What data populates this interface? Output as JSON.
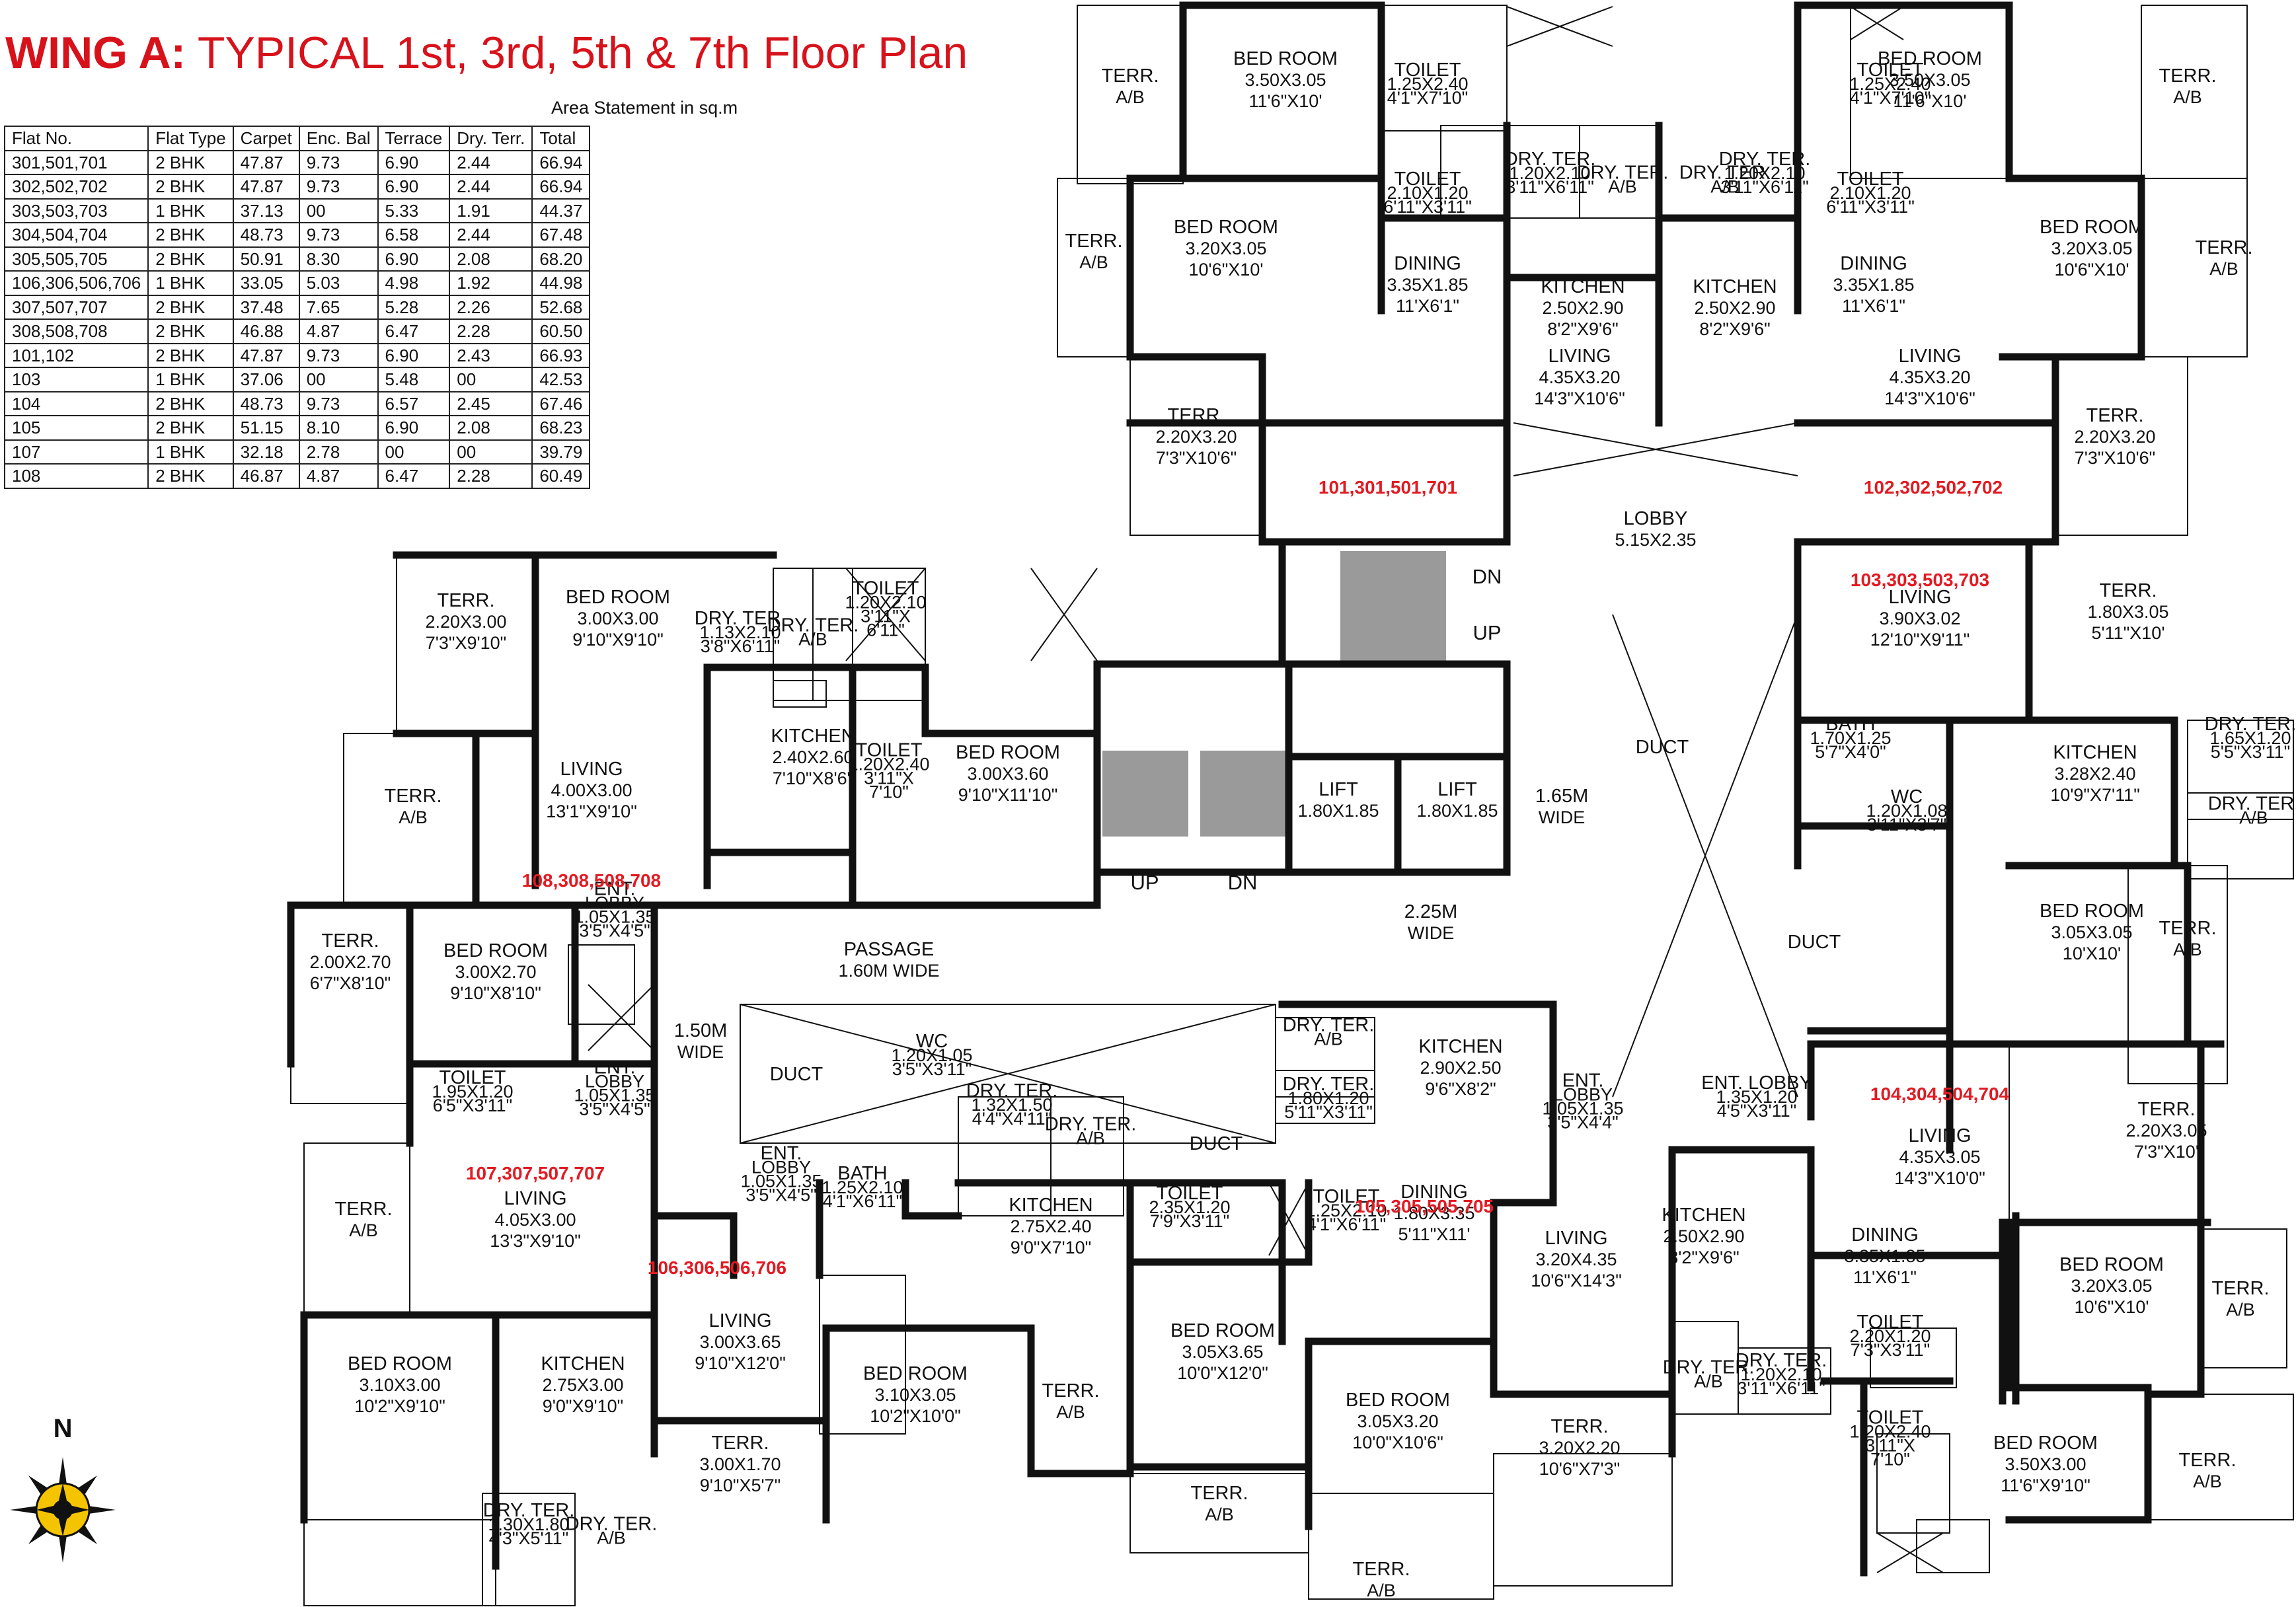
{
  "title": {
    "wing": "WING A:",
    "rest": " TYPICAL 1st, 3rd, 5th & 7th Floor Plan"
  },
  "area_statement": {
    "caption": "Area Statement in sq.m",
    "columns": [
      "Flat No.",
      "Flat Type",
      "Carpet",
      "Enc. Bal",
      "Terrace",
      "Dry. Terr.",
      "Total"
    ],
    "rows": [
      [
        "301,501,701",
        "2 BHK",
        "47.87",
        "9.73",
        "6.90",
        "2.44",
        "66.94"
      ],
      [
        "302,502,702",
        "2 BHK",
        "47.87",
        "9.73",
        "6.90",
        "2.44",
        "66.94"
      ],
      [
        "303,503,703",
        "1 BHK",
        "37.13",
        "00",
        "5.33",
        "1.91",
        "44.37"
      ],
      [
        "304,504,704",
        "2 BHK",
        "48.73",
        "9.73",
        "6.58",
        "2.44",
        "67.48"
      ],
      [
        "305,505,705",
        "2 BHK",
        "50.91",
        "8.30",
        "6.90",
        "2.08",
        "68.20"
      ],
      [
        "106,306,506,706",
        "1 BHK",
        "33.05",
        "5.03",
        "4.98",
        "1.92",
        "44.98"
      ],
      [
        "307,507,707",
        "2 BHK",
        "37.48",
        "7.65",
        "5.28",
        "2.26",
        "52.68"
      ],
      [
        "308,508,708",
        "2 BHK",
        "46.88",
        "4.87",
        "6.47",
        "2.28",
        "60.50"
      ],
      [
        "101,102",
        "2 BHK",
        "47.87",
        "9.73",
        "6.90",
        "2.43",
        "66.93"
      ],
      [
        "103",
        "1 BHK",
        "37.06",
        "00",
        "5.48",
        "00",
        "42.53"
      ],
      [
        "104",
        "2 BHK",
        "48.73",
        "9.73",
        "6.57",
        "2.45",
        "67.46"
      ],
      [
        "105",
        "2 BHK",
        "51.15",
        "8.10",
        "6.90",
        "2.08",
        "68.23"
      ],
      [
        "107",
        "1 BHK",
        "32.18",
        "2.78",
        "00",
        "00",
        "39.79"
      ],
      [
        "108",
        "2 BHK",
        "46.87",
        "4.87",
        "6.47",
        "2.28",
        "60.49"
      ]
    ]
  },
  "plan": {
    "north_label": "N",
    "colors": {
      "wall": "#111111",
      "stair": "#9a9a9a",
      "flat_label": "#e21a22"
    },
    "rooms": [
      {
        "name": "BED ROOM",
        "lines": [
          "3.50X3.05",
          "11'6\"X10'"
        ]
      },
      {
        "name": "TERR.",
        "lines": [
          "A/B"
        ]
      },
      {
        "name": "TOILET",
        "lines": [
          "1.25X2.40",
          "4'1\"X7'10\""
        ]
      },
      {
        "name": "TOILET",
        "lines": [
          "2.10X1.20",
          "6'11\"X3'11\""
        ]
      },
      {
        "name": "TERR.",
        "lines": [
          "A/B"
        ]
      },
      {
        "name": "BED ROOM",
        "lines": [
          "3.20X3.05",
          "10'6\"X10'"
        ]
      },
      {
        "name": "DINING",
        "lines": [
          "3.35X1.85",
          "11'X6'1\""
        ]
      },
      {
        "name": "DRY. TER.",
        "lines": [
          "1.20X2.10",
          "3'11\"X6'11\""
        ]
      },
      {
        "name": "DRY. TER.",
        "lines": [
          "A/B"
        ]
      },
      {
        "name": "KITCHEN",
        "lines": [
          "2.50X2.90",
          "8'2\"X9'6\""
        ]
      },
      {
        "name": "LIVING",
        "lines": [
          "4.35X3.20",
          "14'3\"X10'6\""
        ]
      },
      {
        "name": "TERR.",
        "lines": [
          "2.20X3.20",
          "7'3\"X10'6\""
        ]
      },
      {
        "name": "DRY. TER.",
        "lines": [
          "A/B"
        ]
      },
      {
        "name": "DRY. TER.",
        "lines": [
          "1.20X2.10",
          "3'11\"X6'11\""
        ]
      },
      {
        "name": "KITCHEN",
        "lines": [
          "2.50X2.90",
          "8'2\"X9'6\""
        ]
      },
      {
        "name": "TOILET",
        "lines": [
          "1.25X2.40",
          "4'1\"X7'10\""
        ]
      },
      {
        "name": "TOILET",
        "lines": [
          "2.10X1.20",
          "6'11\"X3'11\""
        ]
      },
      {
        "name": "BED ROOM",
        "lines": [
          "3.50X3.05",
          "11'6\"X10'"
        ]
      },
      {
        "name": "TERR.",
        "lines": [
          "A/B"
        ]
      },
      {
        "name": "DINING",
        "lines": [
          "3.35X1.85",
          "11'X6'1\""
        ]
      },
      {
        "name": "BED ROOM",
        "lines": [
          "3.20X3.05",
          "10'6\"X10'"
        ]
      },
      {
        "name": "TERR.",
        "lines": [
          "A/B"
        ]
      },
      {
        "name": "LIVING",
        "lines": [
          "4.35X3.20",
          "14'3\"X10'6\""
        ]
      },
      {
        "name": "TERR.",
        "lines": [
          "2.20X3.20",
          "7'3\"X10'6\""
        ]
      },
      {
        "name": "LOBBY",
        "lines": [
          "5.15X2.35"
        ]
      },
      {
        "name": "LIVING",
        "lines": [
          "3.90X3.02",
          "12'10\"X9'11\""
        ]
      },
      {
        "name": "TERR.",
        "lines": [
          "1.80X3.05",
          "5'11\"X10'"
        ]
      },
      {
        "name": "DUCT",
        "lines": []
      },
      {
        "name": "BATH",
        "lines": [
          "1.70X1.25",
          "5'7\"X4'0\""
        ]
      },
      {
        "name": "WC",
        "lines": [
          "1.20X1.08",
          "3'11\"X3'7\""
        ]
      },
      {
        "name": "KITCHEN",
        "lines": [
          "3.28X2.40",
          "10'9\"X7'11\""
        ]
      },
      {
        "name": "DRY. TER.",
        "lines": [
          "1.65X1.20",
          "5'5\"X3'11\""
        ]
      },
      {
        "name": "DRY. TER.",
        "lines": [
          "A/B"
        ]
      },
      {
        "name": "DUCT",
        "lines": []
      },
      {
        "name": "BED ROOM",
        "lines": [
          "3.05X3.05",
          "10'X10'"
        ]
      },
      {
        "name": "TERR.",
        "lines": [
          "A/B"
        ]
      },
      {
        "name": "LIFT",
        "lines": [
          "1.80X1.85"
        ]
      },
      {
        "name": "LIFT",
        "lines": [
          "1.80X1.85"
        ]
      },
      {
        "name": "1.65M",
        "lines": [
          "WIDE"
        ]
      },
      {
        "name": "2.25M",
        "lines": [
          "WIDE"
        ]
      },
      {
        "name": "TERR.",
        "lines": [
          "2.20X3.00",
          "7'3\"X9'10\""
        ]
      },
      {
        "name": "BED ROOM",
        "lines": [
          "3.00X3.00",
          "9'10\"X9'10\""
        ]
      },
      {
        "name": "DRY. TER.",
        "lines": [
          "1.13X2.10",
          "3'8\"X6'11\""
        ]
      },
      {
        "name": "DRY. TER.",
        "lines": [
          "A/B"
        ]
      },
      {
        "name": "TOILET",
        "lines": [
          "1.20X2.10",
          "3'11\"X",
          "6'11\""
        ]
      },
      {
        "name": "TERR.",
        "lines": [
          "A/B"
        ]
      },
      {
        "name": "LIVING",
        "lines": [
          "4.00X3.00",
          "13'1\"X9'10\""
        ]
      },
      {
        "name": "KITCHEN",
        "lines": [
          "2.40X2.60",
          "7'10\"X8'6\""
        ]
      },
      {
        "name": "TOILET",
        "lines": [
          "1.20X2.40",
          "3'11\"X",
          "7'10\""
        ]
      },
      {
        "name": "BED ROOM",
        "lines": [
          "3.00X3.60",
          "9'10\"X11'10\""
        ]
      },
      {
        "name": "PASSAGE",
        "lines": [
          "1.60M WIDE"
        ]
      },
      {
        "name": "TERR.",
        "lines": [
          "2.00X2.70",
          "6'7\"X8'10\""
        ]
      },
      {
        "name": "BED ROOM",
        "lines": [
          "3.00X2.70",
          "9'10\"X8'10\""
        ]
      },
      {
        "name": "ENT.",
        "lines": [
          "LOBBY",
          "1.05X1.35",
          "3'5\"X4'5\""
        ]
      },
      {
        "name": "ENT.",
        "lines": [
          "LOBBY",
          "1.05X1.35",
          "3'5\"X4'5\""
        ]
      },
      {
        "name": "1.50M",
        "lines": [
          "WIDE"
        ]
      },
      {
        "name": "TOILET",
        "lines": [
          "1.95X1.20",
          "6'5\"X3'11\""
        ]
      },
      {
        "name": "TERR.",
        "lines": [
          "A/B"
        ]
      },
      {
        "name": "LIVING",
        "lines": [
          "4.05X3.00",
          "13'3\"X9'10\""
        ]
      },
      {
        "name": "BED ROOM",
        "lines": [
          "3.10X3.00",
          "10'2\"X9'10\""
        ]
      },
      {
        "name": "KITCHEN",
        "lines": [
          "2.75X3.00",
          "9'0\"X9'10\""
        ]
      },
      {
        "name": "DRY. TER.",
        "lines": [
          "1.30X1.80",
          "4'3\"X5'11\""
        ]
      },
      {
        "name": "DRY. TER.",
        "lines": [
          "A/B"
        ]
      },
      {
        "name": "DUCT",
        "lines": []
      },
      {
        "name": "WC",
        "lines": [
          "1.20X1.05",
          "3'5\"X3'11\""
        ]
      },
      {
        "name": "DUCT",
        "lines": []
      },
      {
        "name": "ENT.",
        "lines": [
          "LOBBY",
          "1.05X1.35",
          "3'5\"X4'5\""
        ]
      },
      {
        "name": "BATH",
        "lines": [
          "1.25X2.10",
          "4'1\"X6'11\""
        ]
      },
      {
        "name": "DRY. TER.",
        "lines": [
          "1.32X1.50",
          "4'4\"X4'11\""
        ]
      },
      {
        "name": "DRY. TER.",
        "lines": [
          "A/B"
        ]
      },
      {
        "name": "KITCHEN",
        "lines": [
          "2.75X2.40",
          "9'0\"X7'10\""
        ]
      },
      {
        "name": "LIVING",
        "lines": [
          "3.00X3.65",
          "9'10\"X12'0\""
        ]
      },
      {
        "name": "BED ROOM",
        "lines": [
          "3.10X3.05",
          "10'2\"X10'0\""
        ]
      },
      {
        "name": "TERR.",
        "lines": [
          "A/B"
        ]
      },
      {
        "name": "TERR.",
        "lines": [
          "3.00X1.70",
          "9'10\"X5'7\""
        ]
      },
      {
        "name": "DRY. TER.",
        "lines": [
          "A/B"
        ]
      },
      {
        "name": "DRY. TER.",
        "lines": [
          "1.80X1.20",
          "5'11\"X3'11\""
        ]
      },
      {
        "name": "KITCHEN",
        "lines": [
          "2.90X2.50",
          "9'6\"X8'2\""
        ]
      },
      {
        "name": "ENT.",
        "lines": [
          "LOBBY",
          "1.05X1.35",
          "3'5\"X4'4\""
        ]
      },
      {
        "name": "TOILET",
        "lines": [
          "2.35X1.20",
          "7'9\"X3'11\""
        ]
      },
      {
        "name": "TOILET",
        "lines": [
          "1.25X2.10",
          "4'1\"X6'11\""
        ]
      },
      {
        "name": "DINING",
        "lines": [
          "1.80X3.35",
          "5'11\"X11'"
        ]
      },
      {
        "name": "LIVING",
        "lines": [
          "3.20X4.35",
          "10'6\"X14'3\""
        ]
      },
      {
        "name": "BED ROOM",
        "lines": [
          "3.05X3.65",
          "10'0\"X12'0\""
        ]
      },
      {
        "name": "BED ROOM",
        "lines": [
          "3.05X3.20",
          "10'0\"X10'6\""
        ]
      },
      {
        "name": "TERR.",
        "lines": [
          "3.20X2.20",
          "10'6\"X7'3\""
        ]
      },
      {
        "name": "TERR.",
        "lines": [
          "A/B"
        ]
      },
      {
        "name": "TERR.",
        "lines": [
          "A/B"
        ]
      },
      {
        "name": "ENT. LOBBY",
        "lines": [
          "1.35X1.20",
          "4'5\"X3'11\""
        ]
      },
      {
        "name": "KITCHEN",
        "lines": [
          "2.50X2.90",
          "8'2\"X9'6\""
        ]
      },
      {
        "name": "LIVING",
        "lines": [
          "4.35X3.05",
          "14'3\"X10'0\""
        ]
      },
      {
        "name": "TERR.",
        "lines": [
          "2.20X3.05",
          "7'3\"X10'"
        ]
      },
      {
        "name": "DINING",
        "lines": [
          "3.35X1.85",
          "11'X6'1\""
        ]
      },
      {
        "name": "BED ROOM",
        "lines": [
          "3.20X3.05",
          "10'6\"X10'"
        ]
      },
      {
        "name": "TERR.",
        "lines": [
          "A/B"
        ]
      },
      {
        "name": "DRY. TER.",
        "lines": [
          "A/B"
        ]
      },
      {
        "name": "DRY. TER.",
        "lines": [
          "1.20X2.10",
          "3'11\"X6'11\""
        ]
      },
      {
        "name": "TOILET",
        "lines": [
          "2.20X1.20",
          "7'3\"X3'11\""
        ]
      },
      {
        "name": "TOILET",
        "lines": [
          "1.20X2.40",
          "3'11\"X",
          "7'10\""
        ]
      },
      {
        "name": "BED ROOM",
        "lines": [
          "3.50X3.00",
          "11'6\"X9'10\""
        ]
      },
      {
        "name": "TERR.",
        "lines": [
          "A/B"
        ]
      }
    ],
    "flat_labels": [
      "101,301,501,701",
      "102,302,502,702",
      "103,303,503,703",
      "108,308,508,708",
      "107,307,507,707",
      "106,306,506,706",
      "105,305,505,705",
      "104,304,504,704"
    ],
    "stair_labels": [
      "DN",
      "UP",
      "UP",
      "DN"
    ]
  }
}
